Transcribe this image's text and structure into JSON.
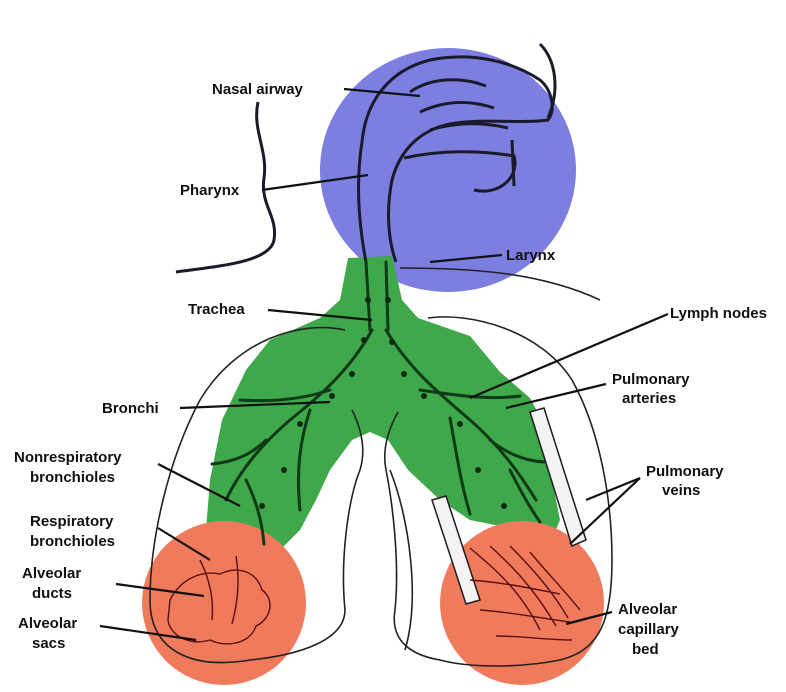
{
  "colors": {
    "upper_airway": "#7c7fe0",
    "conducting_zone": "#3fa84a",
    "alveolar_region": "#f07a5c",
    "outline": "#222222"
  },
  "labels": {
    "nasal_airway": "Nasal airway",
    "pharynx": "Pharynx",
    "larynx": "Larynx",
    "trachea": "Trachea",
    "lymph_nodes": "Lymph nodes",
    "bronchi": "Bronchi",
    "pulmonary_arteries_1": "Pulmonary",
    "pulmonary_arteries_2": "arteries",
    "nonrespiratory_1": "Nonrespiratory",
    "nonrespiratory_2": "bronchioles",
    "pulmonary_veins_1": "Pulmonary",
    "pulmonary_veins_2": "veins",
    "respiratory_1": "Respiratory",
    "respiratory_2": "bronchioles",
    "alveolar_ducts_1": "Alveolar",
    "alveolar_ducts_2": "ducts",
    "alveolar_sacs_1": "Alveolar",
    "alveolar_sacs_2": "sacs",
    "capillary_bed_1": "Alveolar",
    "capillary_bed_2": "capillary",
    "capillary_bed_3": "bed"
  }
}
